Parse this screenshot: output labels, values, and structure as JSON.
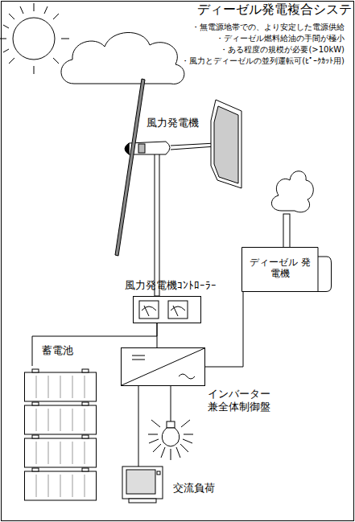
{
  "diagram": {
    "title": "ディーゼル発電複合システ",
    "nodes": [
      {
        "text": [
          "ディーゼル 発電機"
        ]
      },
      {
        "text": [
          "風力発電機ｺﾝﾄﾛｰﾗｰ"
        ]
      },
      {
        "text": [
          "蓄電池"
        ]
      },
      {
        "text": [
          "インバーター 兼全体制御盤"
        ]
      }
    ],
    "edges": [
      {
        "from": 1,
        "to": 2,
        "arrow": "none"
      },
      {
        "from": 1,
        "to": 3,
        "arrow": "none"
      },
      {
        "from": 0,
        "to": 3,
        "arrow": "none"
      }
    ],
    "labels": [
      "・無電源地帯での、より安定した電源供給",
      "・ディーゼル燃料給油の手間が極小",
      "・ある程度の規模が必要(>10kW)",
      "・風力とディーゼルの並列運転可(ﾋﾟｰｸｶｯﾄ用)",
      "風力発電機",
      "交流負荷"
    ]
  }
}
